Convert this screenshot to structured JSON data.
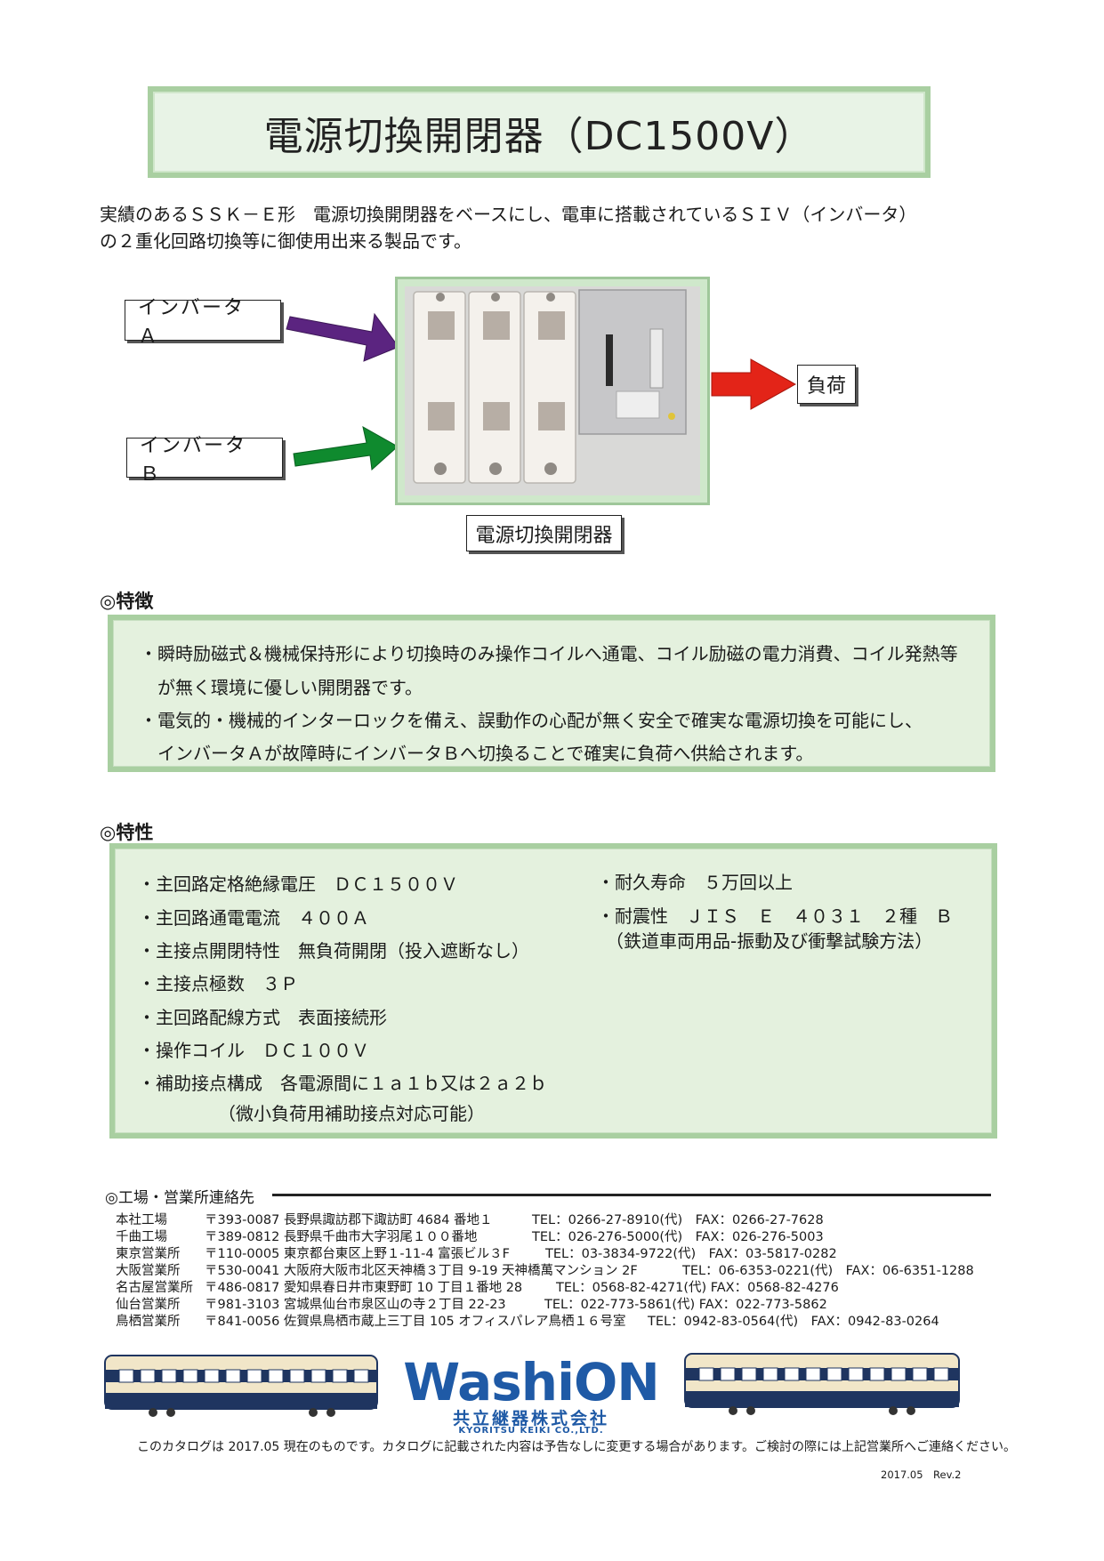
{
  "title": "電源切換開閉器（DC1500V）",
  "intro": {
    "line1": "実績のあるＳＳＫ－Ｅ形　電源切換開閉器をベースにし、電車に搭載されているＳＩＶ（インバータ）",
    "line2": "の２重化回路切換等に御使用出来る製品です。"
  },
  "diagram": {
    "inverter_a": "インバータ　Ａ",
    "inverter_b": "インバータ　Ｂ",
    "load": "負荷",
    "device": "電源切換開閉器",
    "arrow_a_color": "#5b2480",
    "arrow_b_color": "#0f8a2e",
    "arrow_load_color": "#e32418"
  },
  "features": {
    "heading": "◎特徴",
    "lines": [
      "・瞬時励磁式＆機械保持形により切換時のみ操作コイルへ通電、コイル励磁の電力消費、コイル発熱等",
      "　が無く環境に優しい開閉器です。",
      "・電気的・機械的インターロックを備え、誤動作の心配が無く安全で確実な電源切換を可能にし、",
      "　インバータＡが故障時にインバータＢへ切換ることで確実に負荷へ供給されます。"
    ]
  },
  "specs": {
    "heading": "◎特性",
    "left": [
      "・主回路定格絶縁電圧　ＤＣ１５００Ｖ",
      "・主回路通電電流　４００Ａ",
      "・主接点開閉特性　無負荷開閉（投入遮断なし）",
      "・主接点極数　３Ｐ",
      "・主回路配線方式　表面接続形",
      "・操作コイル　ＤＣ１００Ｖ",
      "・補助接点構成　各電源間に１ａ１ｂ又は２ａ２ｂ",
      "　　　　　（微小負荷用補助接点対応可能）"
    ],
    "right": [
      "・耐久寿命　５万回以上",
      "・耐震性　ＪＩＳ　Ｅ　４０３１　２種　Ｂ",
      "　（鉄道車両用品-振動及び衝撃試験方法）"
    ]
  },
  "contacts": {
    "heading": "◎工場・営業所連絡先",
    "offices": [
      {
        "name": "本社工場",
        "address": "〒393-0087 長野県諏訪郡下諏訪町 4684 番地１",
        "phone": "TEL：0266-27-8910(代)　FAX：0266-27-7628"
      },
      {
        "name": "千曲工場",
        "address": "〒389-0812 長野県千曲市大字羽尾１００番地",
        "phone": "TEL：026-276-5000(代)　FAX：026-276-5003"
      },
      {
        "name": "東京営業所",
        "address": "〒110-0005 東京都台東区上野１-11-4 富張ビル３F",
        "phone": "TEL：03-3834-9722(代)　FAX：03-5817-0282"
      },
      {
        "name": "大阪営業所",
        "address": "〒530-0041 大阪府大阪市北区天神橋３丁目 9-19 天神橋萬マンション 2F",
        "phone": "TEL：06-6353-0221(代)　FAX：06-6351-1288"
      },
      {
        "name": "名古屋営業所",
        "address": "〒486-0817 愛知県春日井市東野町 10 丁目１番地 28",
        "phone": "TEL：0568-82-4271(代) FAX：0568-82-4276"
      },
      {
        "name": "仙台営業所",
        "address": "〒981-3103 宮城県仙台市泉区山の寺２丁目 22-23",
        "phone": "TEL：022-773-5861(代) FAX：022-773-5862"
      },
      {
        "name": "鳥栖営業所",
        "address": "〒841-0056 佐賀県鳥栖市蔵上三丁目 105 オフィスパレア鳥栖１６号室",
        "phone": "TEL：0942-83-0564(代)　FAX：0942-83-0264"
      }
    ]
  },
  "logo": {
    "name": "WashiON",
    "jp": "共立継器株式会社",
    "en": "KYORITSU KEIKI CO.,LTD."
  },
  "footer_note": "このカタログは 2017.05 現在のものです。カタログに記載された内容は予告なしに変更する場合があります。ご検討の際には上記営業所へご連絡ください。",
  "revision": "2017.05　Rev.2"
}
